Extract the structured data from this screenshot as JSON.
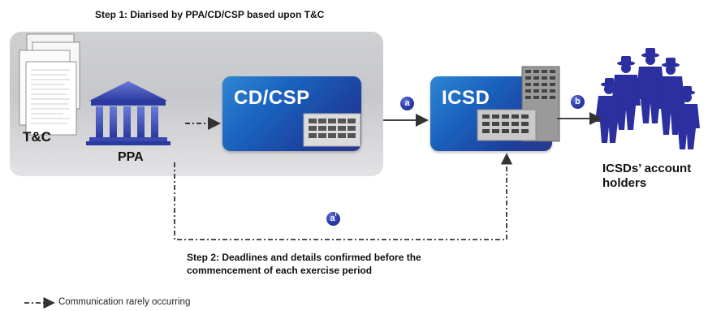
{
  "step1": {
    "text": "Step 1: Diarised by PPA/CD/CSP based upon T&C"
  },
  "step2": {
    "line1": "Step 2: Deadlines and details confirmed before the",
    "line2": "commencement of each exercise period"
  },
  "labels": {
    "tc": "T&C",
    "ppa": "PPA",
    "account_holders_line1": "ICSDs’ account",
    "account_holders_line2": "holders"
  },
  "boxes": {
    "cd_csp": "CD/CSP",
    "icsd": "ICSD"
  },
  "badges": {
    "a": "a",
    "a_prime": "a",
    "a_prime_sup": "I",
    "b": "b"
  },
  "legend": {
    "text": "Communication rarely occurring"
  },
  "colors": {
    "box_blue": "#1a63bf",
    "panel_grey": "#cfd0d2",
    "people_blue": "#2b2fa0",
    "building_blue": "#3d4fb8"
  }
}
